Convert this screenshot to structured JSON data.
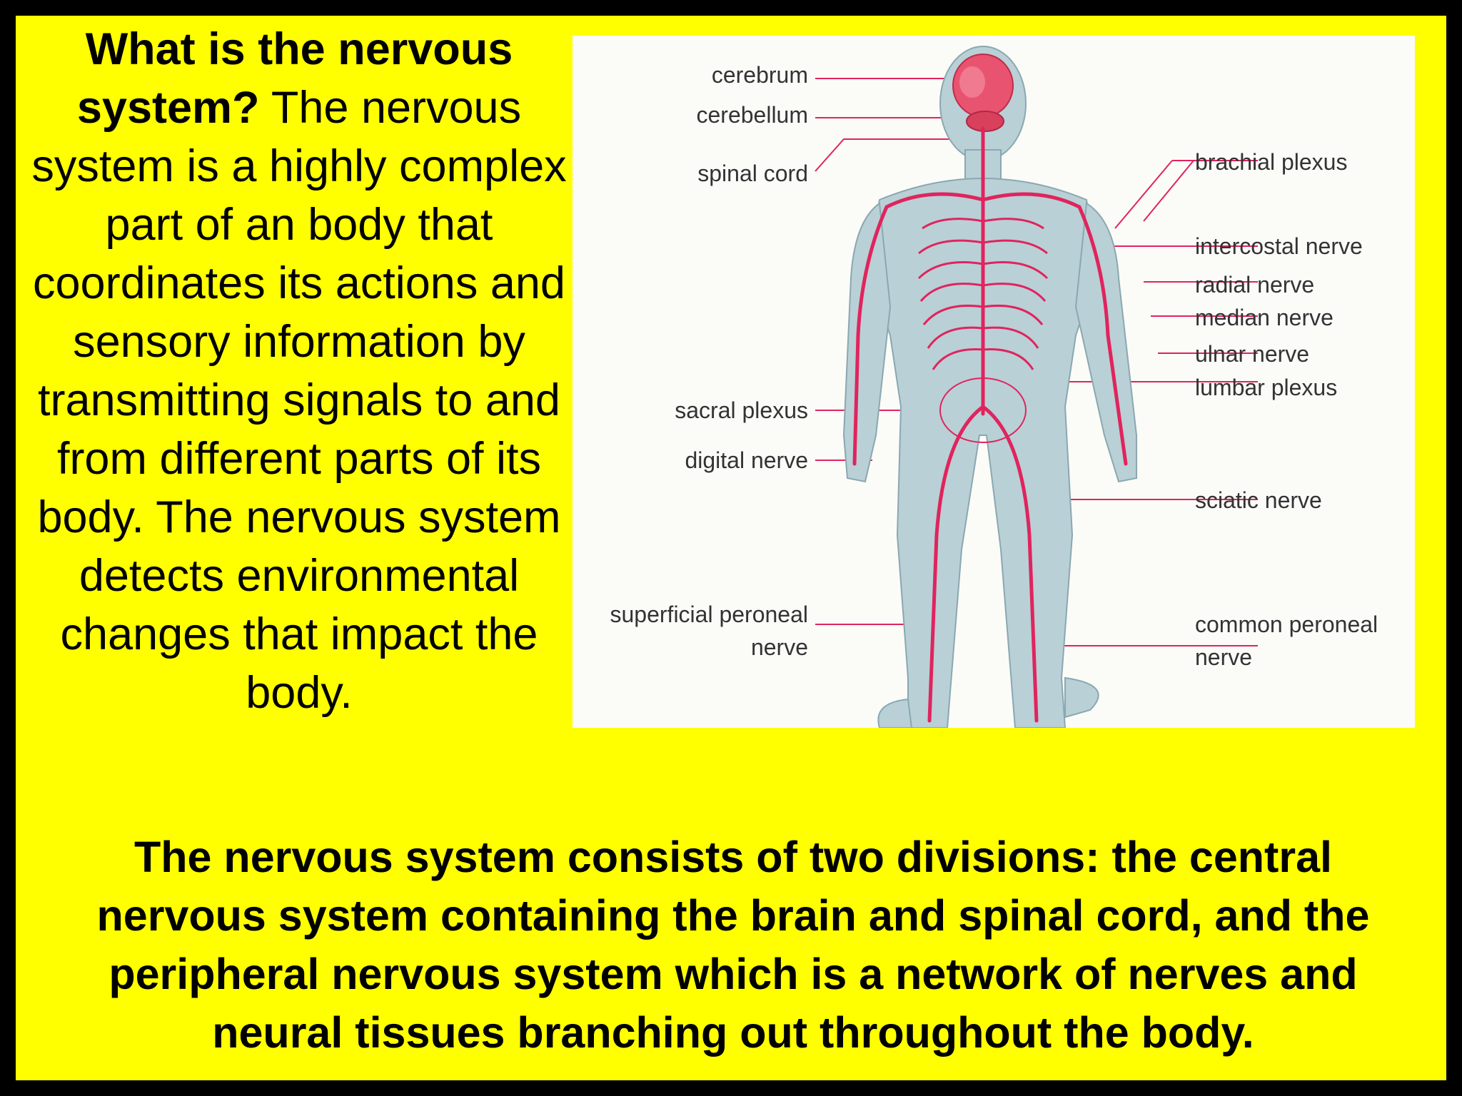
{
  "intro": {
    "heading": "What is the nervous system?",
    "body": " The nervous system is a highly complex part of an body that coordinates its actions and sensory information by transmitting signals to and from different parts of its body. The nervous system detects environmental changes that impact the body."
  },
  "diagram": {
    "left_labels": {
      "cerebrum": "cerebrum",
      "cerebellum": "cerebellum",
      "spinal_cord": "spinal cord",
      "sacral_plexus": "sacral plexus",
      "digital_nerve": "digital nerve",
      "superficial_peroneal_1": "superficial peroneal",
      "superficial_peroneal_2": "nerve"
    },
    "right_labels": {
      "brachial_plexus": "brachial plexus",
      "intercostal_nerve": "intercostal nerve",
      "radial_nerve": "radial nerve",
      "median_nerve": "median nerve",
      "ulnar_nerve": "ulnar nerve",
      "lumbar_plexus": "lumbar plexus",
      "sciatic_nerve": "sciatic nerve",
      "common_peroneal_1": "common peroneal",
      "common_peroneal_2": "nerve"
    },
    "colors": {
      "nerve": "#e0245e",
      "body": "#b9d0d6",
      "brain": "#e8546f"
    }
  },
  "summary": "The nervous system consists of two divisions:  the central nervous system containing the brain and spinal cord,  and the peripheral nervous system which is a network of nerves and neural tissues branching out throughout the body."
}
